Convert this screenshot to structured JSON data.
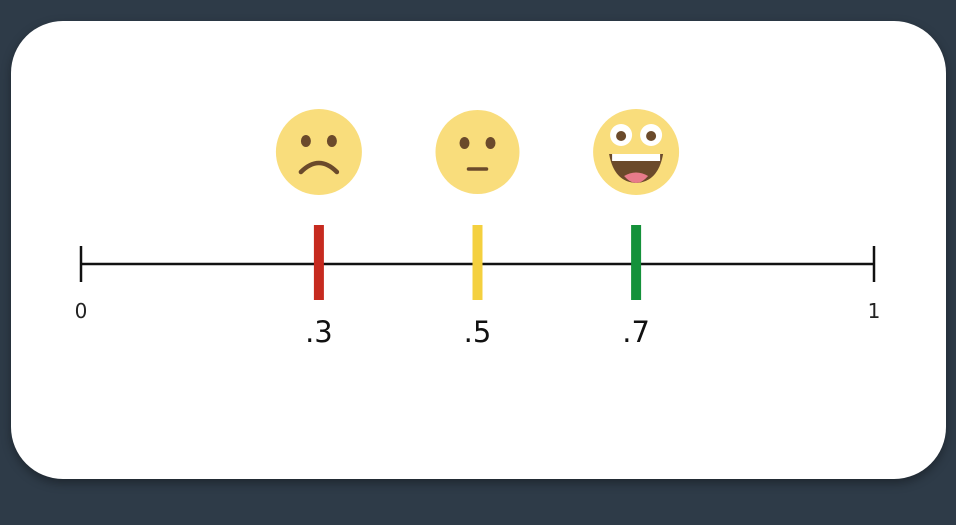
{
  "scale": {
    "min": 0,
    "max": 1,
    "end_labels": {
      "start": "0",
      "end": "1"
    }
  },
  "markers": [
    {
      "value": 0.3,
      "label": ".3",
      "color": "#c62a1f",
      "emoji": "frowning-face"
    },
    {
      "value": 0.5,
      "label": ".5",
      "color": "#f4d03f",
      "emoji": "neutral-face"
    },
    {
      "value": 0.7,
      "label": ".7",
      "color": "#14913a",
      "emoji": "grinning-face-wide-eyes"
    }
  ],
  "colors": {
    "background": "#2e3b48",
    "card": "#ffffff",
    "axis": "#111111",
    "emoji_face": "#f9dd7c",
    "emoji_features": "#6b4a2b"
  }
}
